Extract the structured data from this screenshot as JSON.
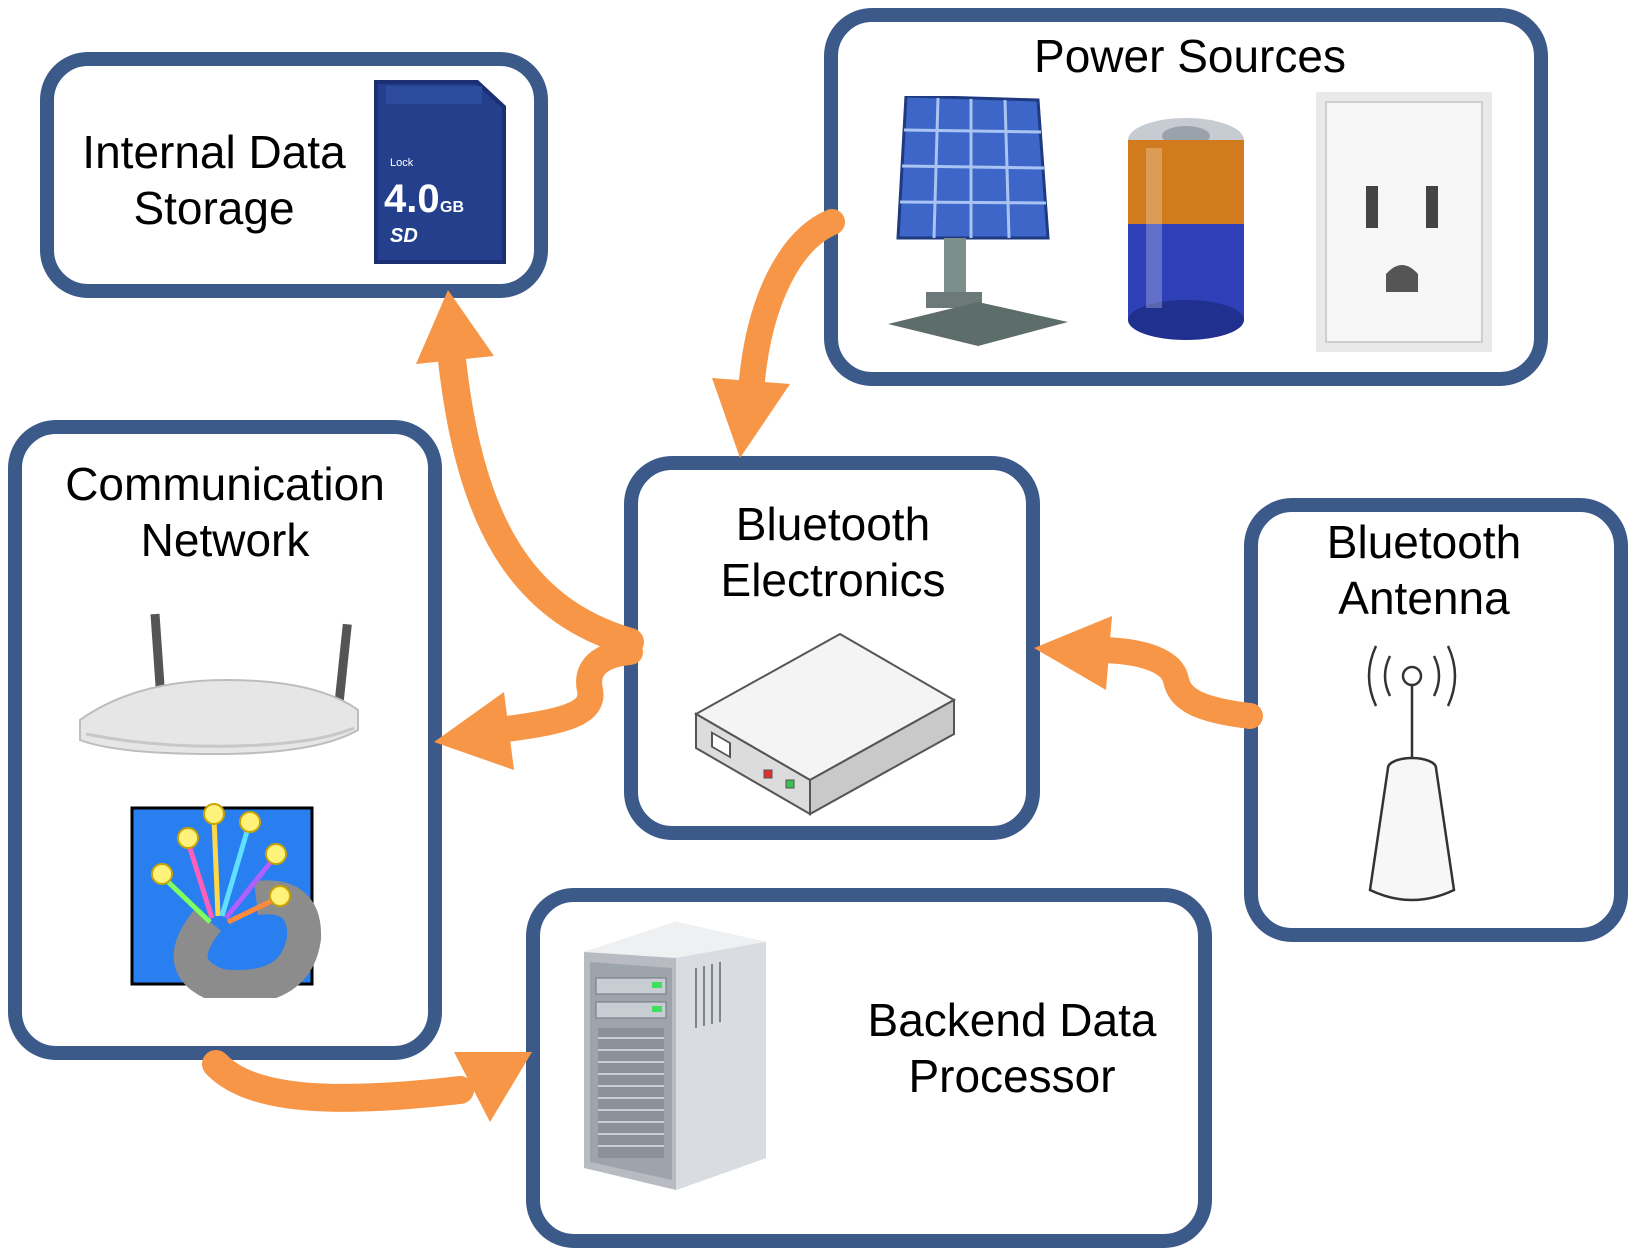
{
  "colors": {
    "box_border": "#3b5a8a",
    "arrow": "#f79646",
    "background": "#ffffff"
  },
  "nodes": {
    "internal_storage": {
      "label_line1": "Internal Data",
      "label_line2": "Storage",
      "icon": "sd-card-icon",
      "card_capacity": "4.0",
      "card_unit": "GB",
      "card_lock": "Lock",
      "card_brand": "SD"
    },
    "power_sources": {
      "label": "Power Sources",
      "icons": [
        "solar-panel-icon",
        "battery-icon",
        "power-outlet-icon"
      ]
    },
    "communication_network": {
      "label_line1": "Communication",
      "label_line2": "Network",
      "icons": [
        "router-icon",
        "fiber-optic-icon"
      ]
    },
    "bluetooth_electronics": {
      "label_line1": "Bluetooth",
      "label_line2": "Electronics",
      "icon": "device-box-icon"
    },
    "bluetooth_antenna": {
      "label_line1": "Bluetooth",
      "label_line2": "Antenna",
      "icon": "antenna-icon"
    },
    "backend_processor": {
      "label_line1": "Backend Data",
      "label_line2": "Processor",
      "icon": "server-tower-icon"
    }
  },
  "edges": [
    {
      "from": "Power Sources",
      "to": "Bluetooth Electronics"
    },
    {
      "from": "Bluetooth Electronics",
      "to": "Internal Data Storage"
    },
    {
      "from": "Bluetooth Electronics",
      "to": "Communication Network"
    },
    {
      "from": "Bluetooth Antenna",
      "to": "Bluetooth Electronics"
    },
    {
      "from": "Communication Network",
      "to": "Backend Data Processor"
    }
  ]
}
